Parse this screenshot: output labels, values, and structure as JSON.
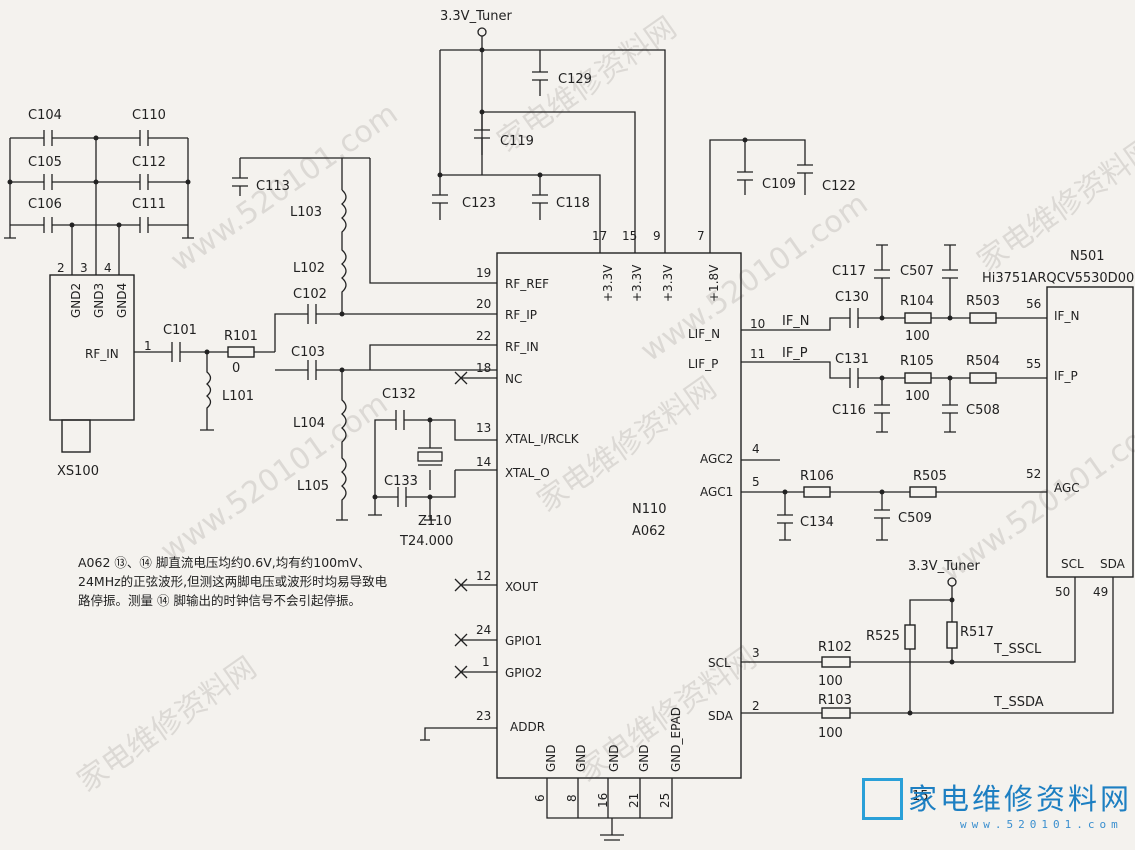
{
  "power": {
    "tuner_top": "3.3V_Tuner",
    "tuner_mid": "3.3V_Tuner"
  },
  "watermark": {
    "site": "www.520101.com",
    "cn": "家电维修资料网"
  },
  "brand": {
    "cn": "家电维修资料网",
    "site": "www.520101.com"
  },
  "note": "A062 ⑬、⑭ 脚直流电压均约0.6V,均有约100mV、24MHz的正弦波形,但测这两脚电压或波形时均易导致电路停振。测量 ⑭ 脚输出的时钟信号不会引起停振。",
  "chip_n110": {
    "name": "N110",
    "part": "A062",
    "left_pins": [
      {
        "num": "19",
        "label": "RF_REF"
      },
      {
        "num": "20",
        "label": "RF_IP"
      },
      {
        "num": "22",
        "label": "RF_IN"
      },
      {
        "num": "18",
        "label": "NC"
      },
      {
        "num": "13",
        "label": "XTAL_I/RCLK"
      },
      {
        "num": "14",
        "label": "XTAL_O"
      },
      {
        "num": "12",
        "label": "XOUT"
      },
      {
        "num": "24",
        "label": "GPIO1"
      },
      {
        "num": "1",
        "label": "GPIO2"
      },
      {
        "num": "23",
        "label": "ADDR"
      }
    ],
    "top_pins": [
      {
        "num": "17",
        "label": "+3.3V"
      },
      {
        "num": "15",
        "label": "+3.3V"
      },
      {
        "num": "9",
        "label": "+3.3V"
      },
      {
        "num": "7",
        "label": "+1.8V"
      }
    ],
    "right_pins": [
      {
        "num": "10",
        "label": "LIF_N"
      },
      {
        "num": "11",
        "label": "LIF_P"
      },
      {
        "num": "4",
        "label": "AGC2"
      },
      {
        "num": "5",
        "label": "AGC1"
      },
      {
        "num": "3",
        "label": "SCL"
      },
      {
        "num": "2",
        "label": "SDA"
      }
    ],
    "bottom_pins": [
      {
        "num": "6",
        "label": "GND"
      },
      {
        "num": "8",
        "label": "GND"
      },
      {
        "num": "16",
        "label": "GND"
      },
      {
        "num": "21",
        "label": "GND"
      },
      {
        "num": "25",
        "label": "GND_EPAD"
      }
    ]
  },
  "chip_n501": {
    "name": "N501",
    "part": "Hi3751ARQCV5530D00",
    "pins": [
      {
        "num": "56",
        "label": "IF_N"
      },
      {
        "num": "55",
        "label": "IF_P"
      },
      {
        "num": "52",
        "label": "AGC"
      },
      {
        "num": "50",
        "label": "SCL"
      },
      {
        "num": "49",
        "label": "SDA"
      }
    ]
  },
  "connector": {
    "name": "XS100",
    "pins": [
      "GND2",
      "GND3",
      "GND4",
      "RF_IN"
    ],
    "nums": [
      "2",
      "3",
      "4",
      "1"
    ]
  },
  "components": {
    "caps": [
      "C104",
      "C110",
      "C105",
      "C112",
      "C106",
      "C111",
      "C113",
      "C101",
      "C102",
      "C103",
      "C129",
      "C119",
      "C123",
      "C118",
      "C109",
      "C122",
      "C132",
      "C133",
      "C117",
      "C507",
      "C130",
      "C131",
      "C116",
      "C508",
      "C134",
      "C509"
    ],
    "inductors": [
      "L103",
      "L102",
      "L104",
      "L105",
      "L101"
    ],
    "resistors": [
      {
        "ref": "R101",
        "value": "0"
      },
      {
        "ref": "R104",
        "value": "100"
      },
      {
        "ref": "R105",
        "value": "100"
      },
      {
        "ref": "R503",
        "value": ""
      },
      {
        "ref": "R504",
        "value": ""
      },
      {
        "ref": "R106",
        "value": ""
      },
      {
        "ref": "R505",
        "value": ""
      },
      {
        "ref": "R102",
        "value": "100"
      },
      {
        "ref": "R103",
        "value": "100"
      },
      {
        "ref": "R525",
        "value": ""
      },
      {
        "ref": "R517",
        "value": ""
      }
    ],
    "crystal": {
      "ref": "Z110",
      "value": "T24.000"
    }
  },
  "nets": {
    "if_n": "IF_N",
    "if_p": "IF_P",
    "t_sscl": "T_SSCL",
    "t_ssda": "T_SSDA"
  },
  "page_mark": "15"
}
